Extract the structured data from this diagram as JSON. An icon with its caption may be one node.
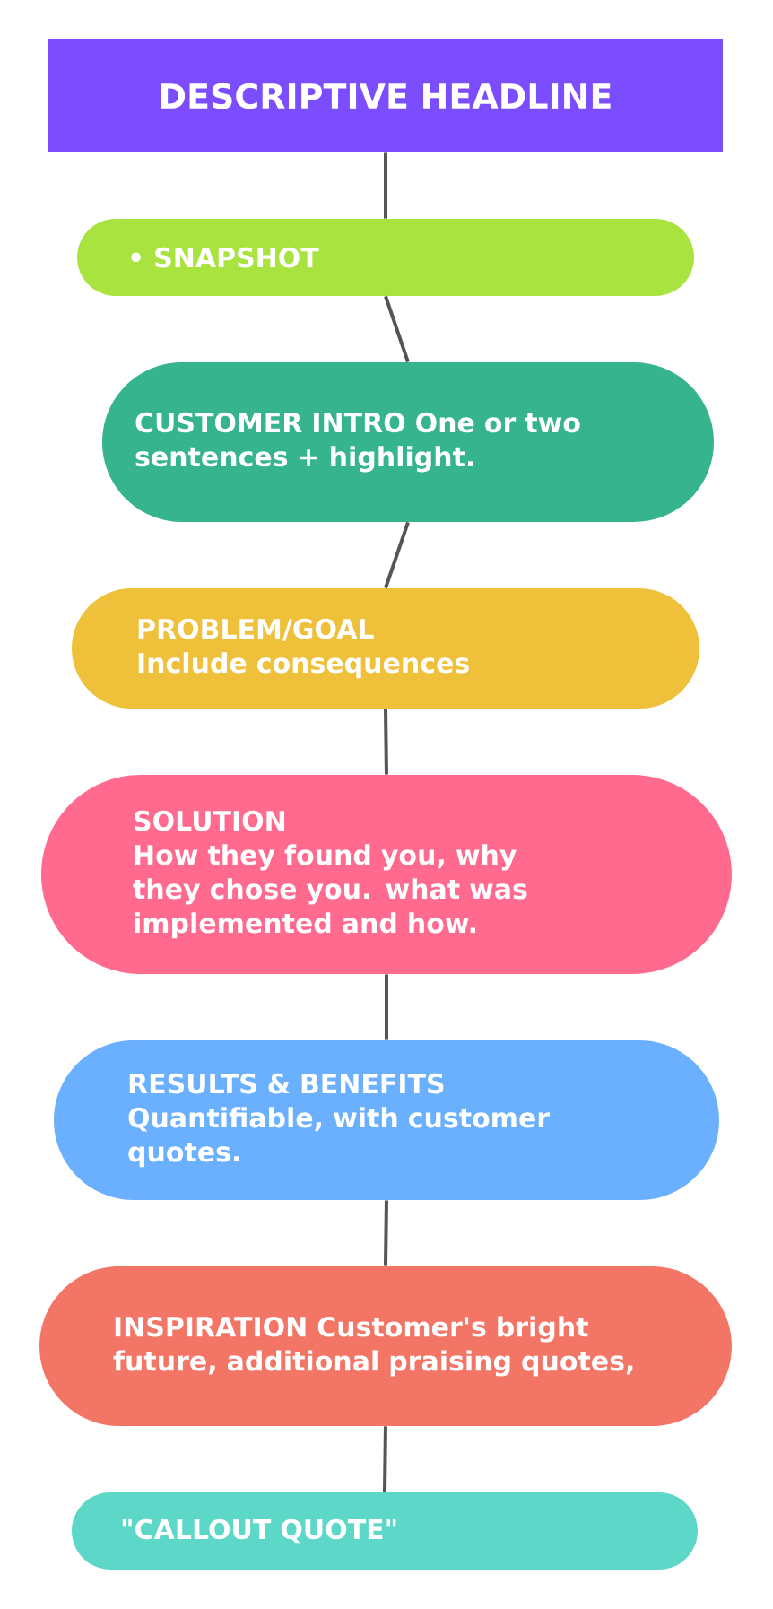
{
  "diagram": {
    "nodes": [
      {
        "text": [
          "DESCRIPTIVE HEADLINE"
        ]
      },
      {
        "text": [
          "• SNAPSHOT"
        ]
      },
      {
        "text": [
          "CUSTOMER INTRO One or two sentences + highlight."
        ]
      },
      {
        "text": [
          "PROBLEM/GOAL",
          "Include consequences"
        ]
      },
      {
        "text": [
          "SOLUTION",
          "How they found you, why they chose you. what was implemented and how."
        ]
      },
      {
        "text": [
          "RESULTS & BENEFITS",
          "Quantifiable, with customer quotes."
        ]
      },
      {
        "text": [
          "INSPIRATION Customer's bright future, additional praising quotes,"
        ]
      },
      {
        "text": [
          "\"CALLOUT QUOTE\""
        ]
      }
    ],
    "edges": [
      {
        "from": 0,
        "to": 1,
        "arrow": "none"
      },
      {
        "from": 1,
        "to": 2,
        "arrow": "none"
      },
      {
        "from": 2,
        "to": 3,
        "arrow": "none"
      },
      {
        "from": 3,
        "to": 4,
        "arrow": "none"
      },
      {
        "from": 4,
        "to": 5,
        "arrow": "none"
      },
      {
        "from": 5,
        "to": 6,
        "arrow": "none"
      },
      {
        "from": 6,
        "to": 7,
        "arrow": "none"
      }
    ]
  }
}
